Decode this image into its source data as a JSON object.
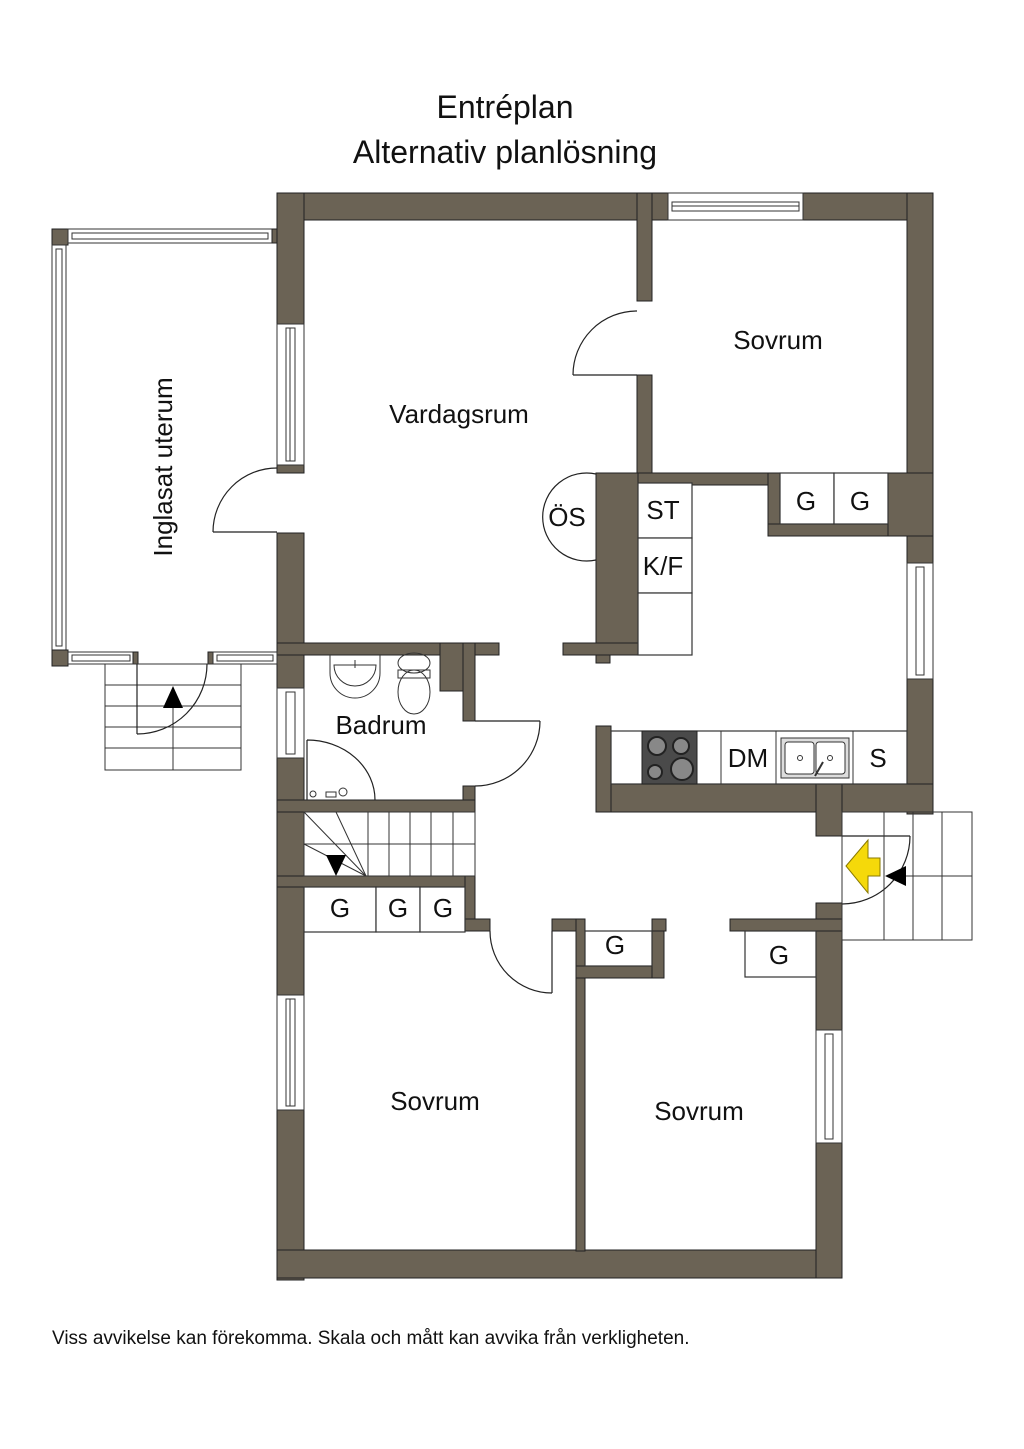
{
  "header": {
    "title": "Entréplan",
    "subtitle": "Alternativ planlösning"
  },
  "rooms": {
    "sunroom": "Inglasat uterum",
    "living": "Vardagsrum",
    "bedroom_ne": "Sovrum",
    "bathroom": "Badrum",
    "bedroom_sw": "Sovrum",
    "bedroom_se": "Sovrum"
  },
  "fixtures": {
    "fireplace": "ÖS",
    "kitchen_st": "ST",
    "kitchen_kf": "K/F",
    "dishwasher": "DM",
    "sink_label": "S",
    "wardrobe_ne_1": "G",
    "wardrobe_ne_2": "G",
    "wardrobe_hall_1": "G",
    "wardrobe_hall_2": "G",
    "wardrobe_hall_3": "G",
    "wardrobe_sw": "G",
    "wardrobe_se": "G"
  },
  "colors": {
    "wall": "#6b6355",
    "entrance_arrow": "#f5d90a",
    "stove": "#4a4a4a"
  },
  "footer": {
    "disclaimer": "Viss avvikelse kan förekomma. Skala och mått kan avvika från verkligheten."
  }
}
